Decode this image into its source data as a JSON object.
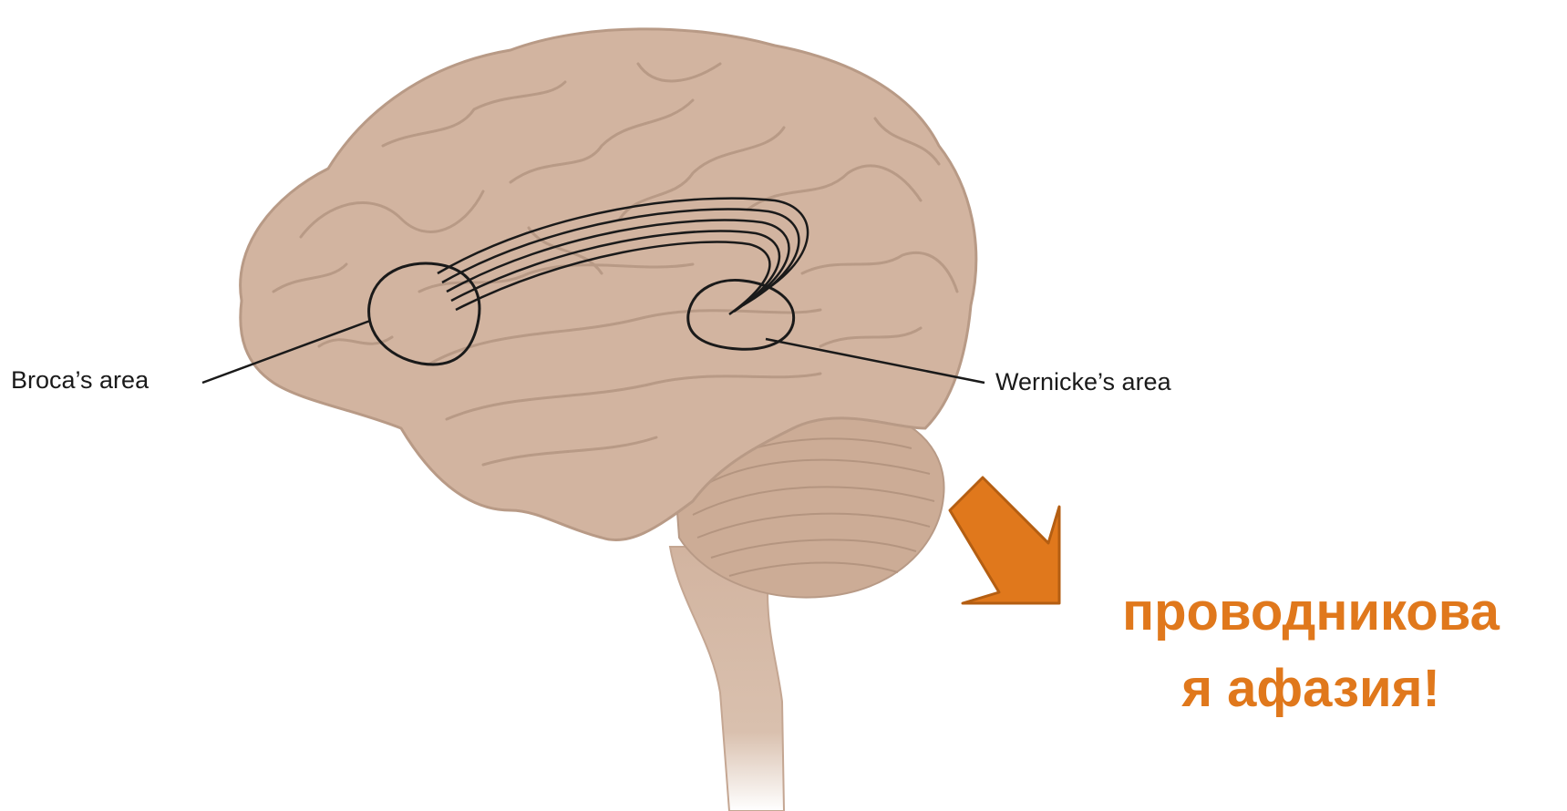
{
  "labels": {
    "broca": "Broca’s area",
    "wernicke": "Wernicke’s area"
  },
  "caption": {
    "line1": "проводникова",
    "line2": "я афазия!"
  },
  "colors": {
    "brain_fill": "#d2b4a0",
    "brain_stroke": "#b89a86",
    "accent_orange": "#e0781c",
    "line": "#1a1a1a"
  },
  "icons": {
    "arrow": "down-right-arrow-icon"
  }
}
